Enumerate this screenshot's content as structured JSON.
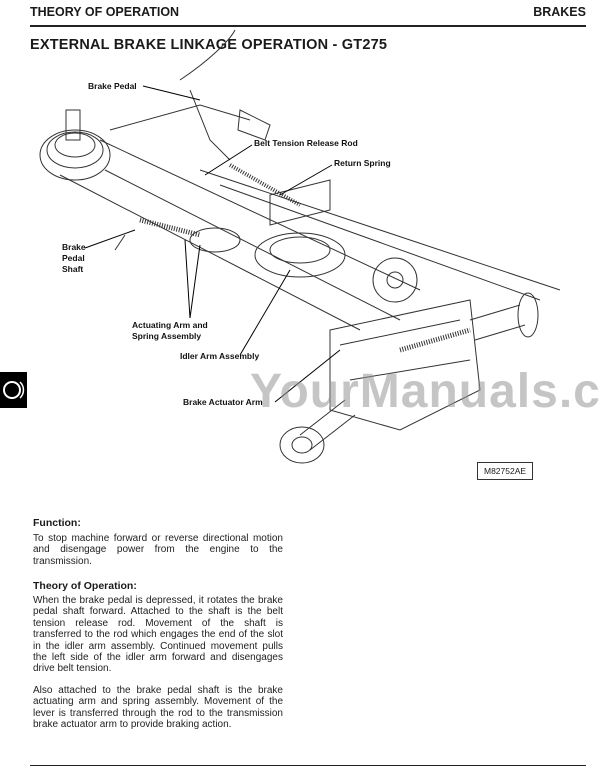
{
  "header": {
    "section": "THEORY OF OPERATION",
    "chapter": "BRAKES"
  },
  "title": "EXTERNAL BRAKE LINKAGE OPERATION - GT275",
  "diagram": {
    "labels": {
      "brake_pedal": "Brake Pedal",
      "belt_tension_release_rod": "Belt Tension Release Rod",
      "return_spring": "Return Spring",
      "brake_pedal_shaft": [
        "Brake",
        "Pedal",
        "Shaft"
      ],
      "actuating_arm": [
        "Actuating Arm and",
        "Spring Assembly"
      ],
      "idler_arm_assembly": "Idler Arm Assembly",
      "brake_actuator_arm": "Brake Actuator Arm"
    },
    "figure_id": "M82752AE",
    "watermark": "YourManuals.com"
  },
  "function": {
    "heading": "Function:",
    "text": "To stop machine forward or reverse directional motion and disengage power from the engine to the transmission."
  },
  "theory": {
    "heading": "Theory of Operation:",
    "paragraphs": [
      "When the brake pedal is depressed, it rotates the brake pedal shaft forward. Attached to the shaft is the belt tension release rod. Movement of the shaft is transferred to the rod which engages the end of the slot in the idler arm assembly. Continued movement pulls the left side of the idler arm forward and disengages drive belt tension.",
      "Also attached to the brake pedal shaft is the brake actuating arm and spring assembly. Movement of the lever is transferred through the rod to the transmission brake actuator arm to provide braking action."
    ]
  }
}
